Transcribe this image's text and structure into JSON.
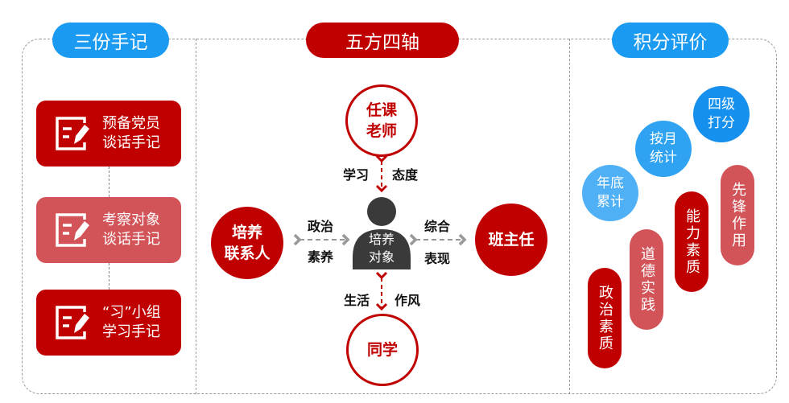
{
  "headers": {
    "left": "三份手记",
    "center": "五方四轴",
    "right": "积分评价"
  },
  "notes": [
    {
      "line1": "预备党员",
      "line2": "谈话手记"
    },
    {
      "line1": "考察对象",
      "line2": "谈话手记"
    },
    {
      "line1": "“习”小组",
      "line2": "学习手记"
    }
  ],
  "center": {
    "top": {
      "line1": "任课",
      "line2": "老师"
    },
    "bottom": "同学",
    "left": {
      "line1": "培养",
      "line2": "联系人"
    },
    "right": "班主任",
    "subject": {
      "line1": "培养",
      "line2": "对象"
    },
    "axes": {
      "top_left": "学习",
      "top_right": "态度",
      "left_top": "政治",
      "left_bottom": "素养",
      "right_top": "综合",
      "right_bottom": "表现",
      "bottom_left": "生活",
      "bottom_right": "作风"
    }
  },
  "scoring": {
    "circles": [
      {
        "line1": "年底",
        "line2": "累计"
      },
      {
        "line1": "按月",
        "line2": "统计"
      },
      {
        "line1": "四级",
        "line2": "打分"
      }
    ],
    "pillars": [
      "政治素质",
      "道德实践",
      "能力素质",
      "先锋作用"
    ]
  },
  "colors": {
    "red": "#c00000",
    "light_red": "#d25458",
    "blue": "#1a9af0"
  }
}
